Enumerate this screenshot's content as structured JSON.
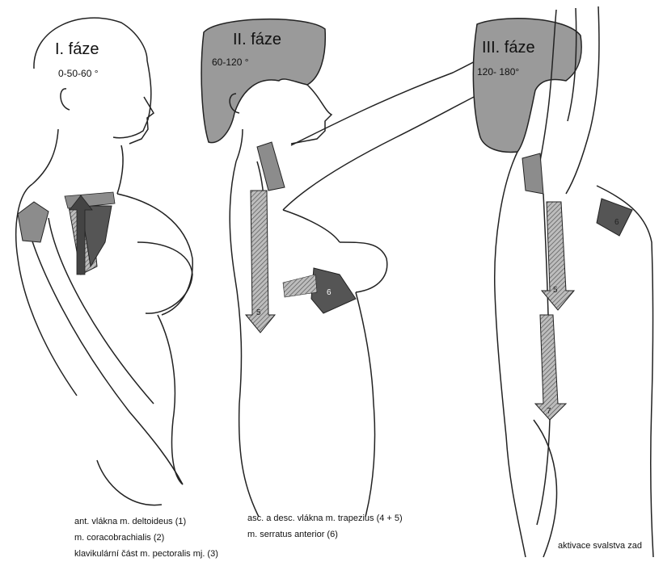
{
  "phases": [
    {
      "title": "I. fáze",
      "range": "0-50-60 °"
    },
    {
      "title": "II. fáze",
      "range": "60-120 °"
    },
    {
      "title": "III. fáze",
      "range": "120- 180°"
    }
  ],
  "captions": {
    "phase1": [
      "ant. vlákna m. deltoideus (1)",
      "m. coracobrachialis (2)",
      "klavikulární část m. pectoralis mj. (3)"
    ],
    "phase2": [
      "asc. a desc. vlákna m. trapezius (4 + 5)",
      "m. serratus anterior (6)"
    ],
    "phase3": "aktivace svalstva zad"
  },
  "muscle_numbers": {
    "trapezius_desc": "5",
    "serratus": "6",
    "p3_serratus": "6",
    "p3_desc": "5",
    "p3_spine": "7"
  },
  "colors": {
    "hair": "#9a9a9a",
    "muscle_dark": "#555555",
    "muscle_mid": "#8c8c8c",
    "outline": "#222222"
  }
}
